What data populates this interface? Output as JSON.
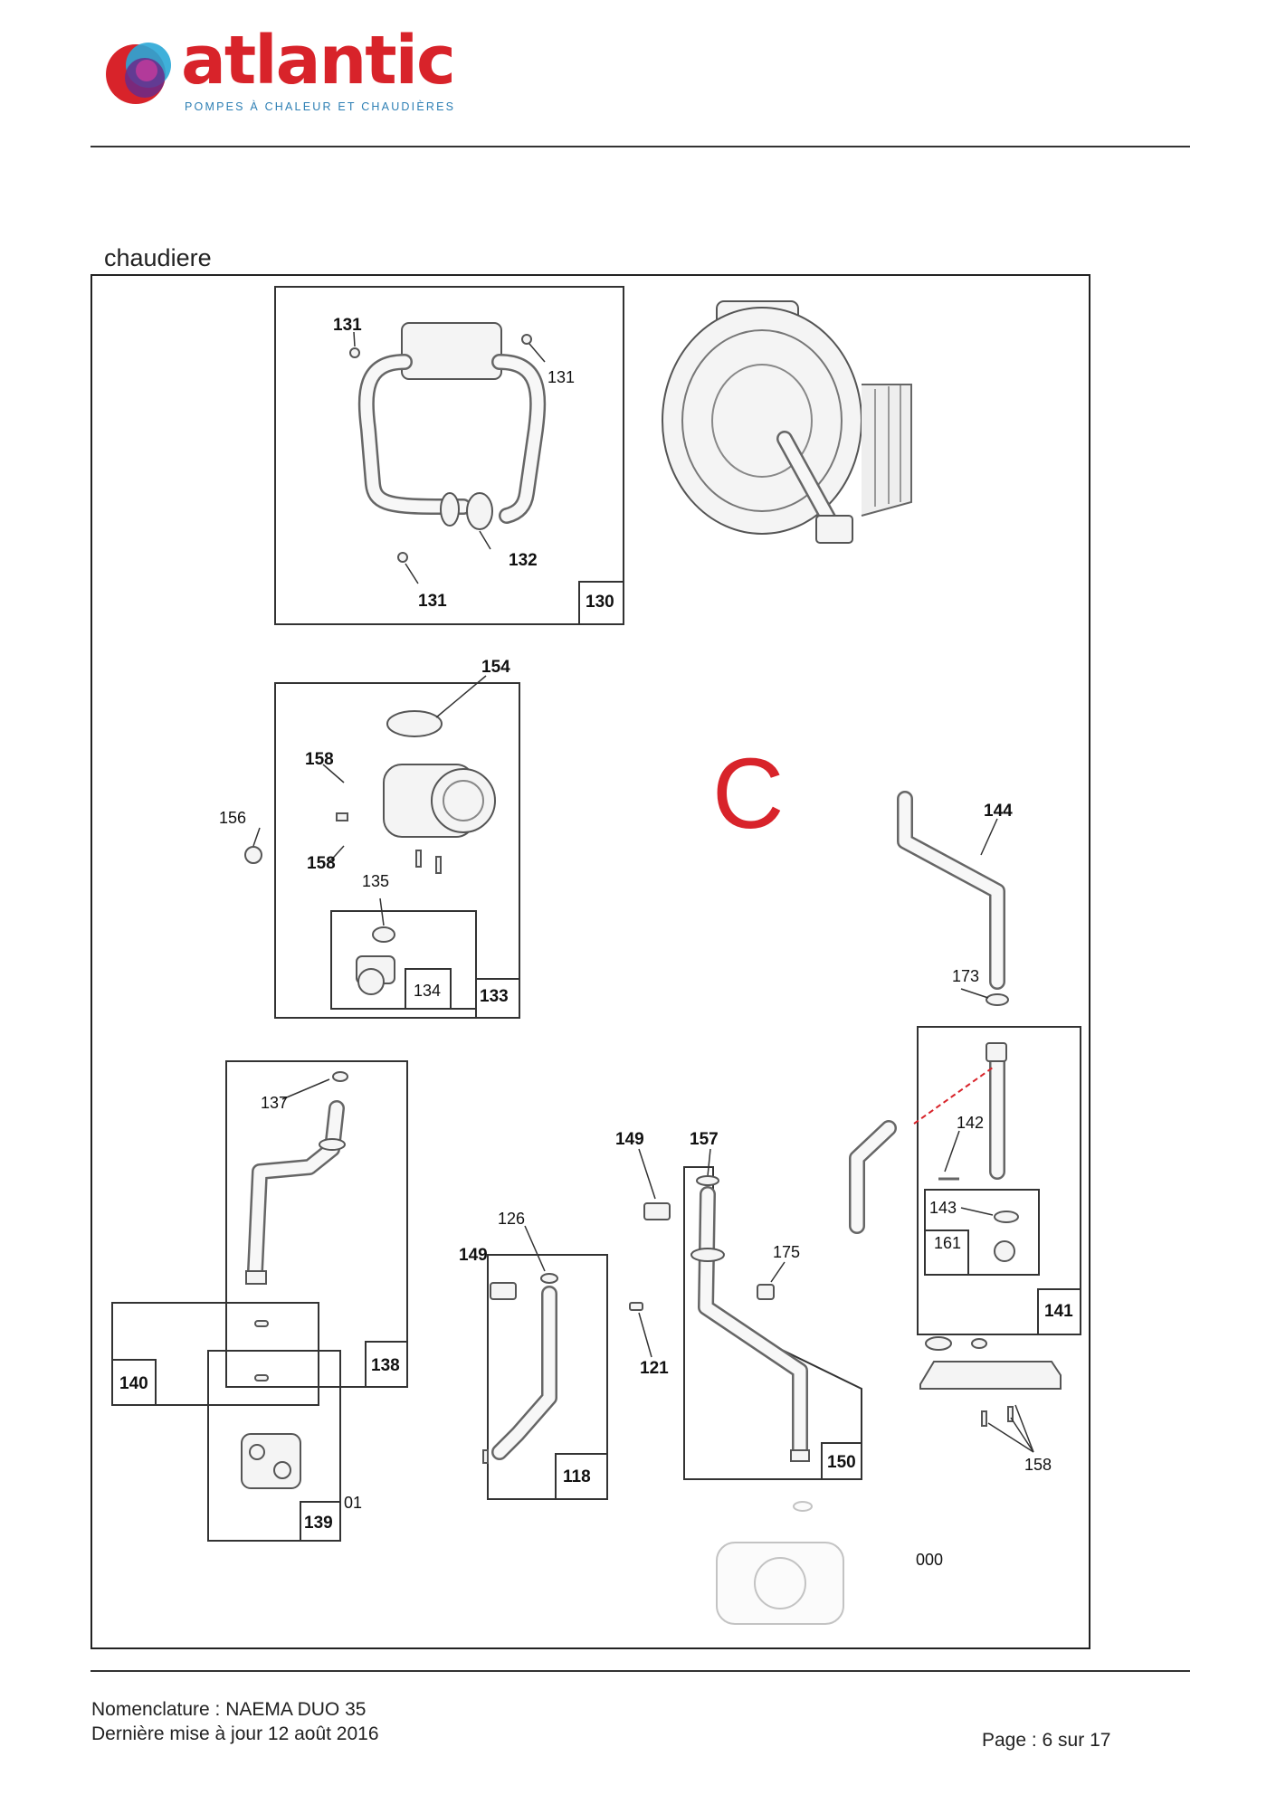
{
  "header": {
    "brand": "atlantic",
    "tagline": "POMPES À CHALEUR ET CHAUDIÈRES"
  },
  "section_title": "chaudiere",
  "diagram": {
    "zone_letter": "C",
    "labels": {
      "l131a": "131",
      "l131b": "131",
      "l131c": "131",
      "l132": "132",
      "l130": "130",
      "l154": "154",
      "l156": "156",
      "l158a": "158",
      "l158b": "158",
      "l135": "135",
      "l134": "134",
      "l133": "133",
      "l144": "144",
      "l173": "173",
      "l137": "137",
      "l138": "138",
      "l140": "140",
      "l139": "139",
      "l01": "01",
      "l149a": "149",
      "l149b": "149",
      "l157": "157",
      "l126": "126",
      "l175": "175",
      "l121": "121",
      "l118": "118",
      "l150": "150",
      "l142": "142",
      "l143": "143",
      "l161": "161",
      "l141": "141",
      "l158c": "158",
      "l000": "000"
    }
  },
  "footer": {
    "line1": "Nomenclature : NAEMA DUO 35",
    "line2": "Dernière mise à jour 12 août 2016",
    "page": "Page : 6 sur 17"
  }
}
